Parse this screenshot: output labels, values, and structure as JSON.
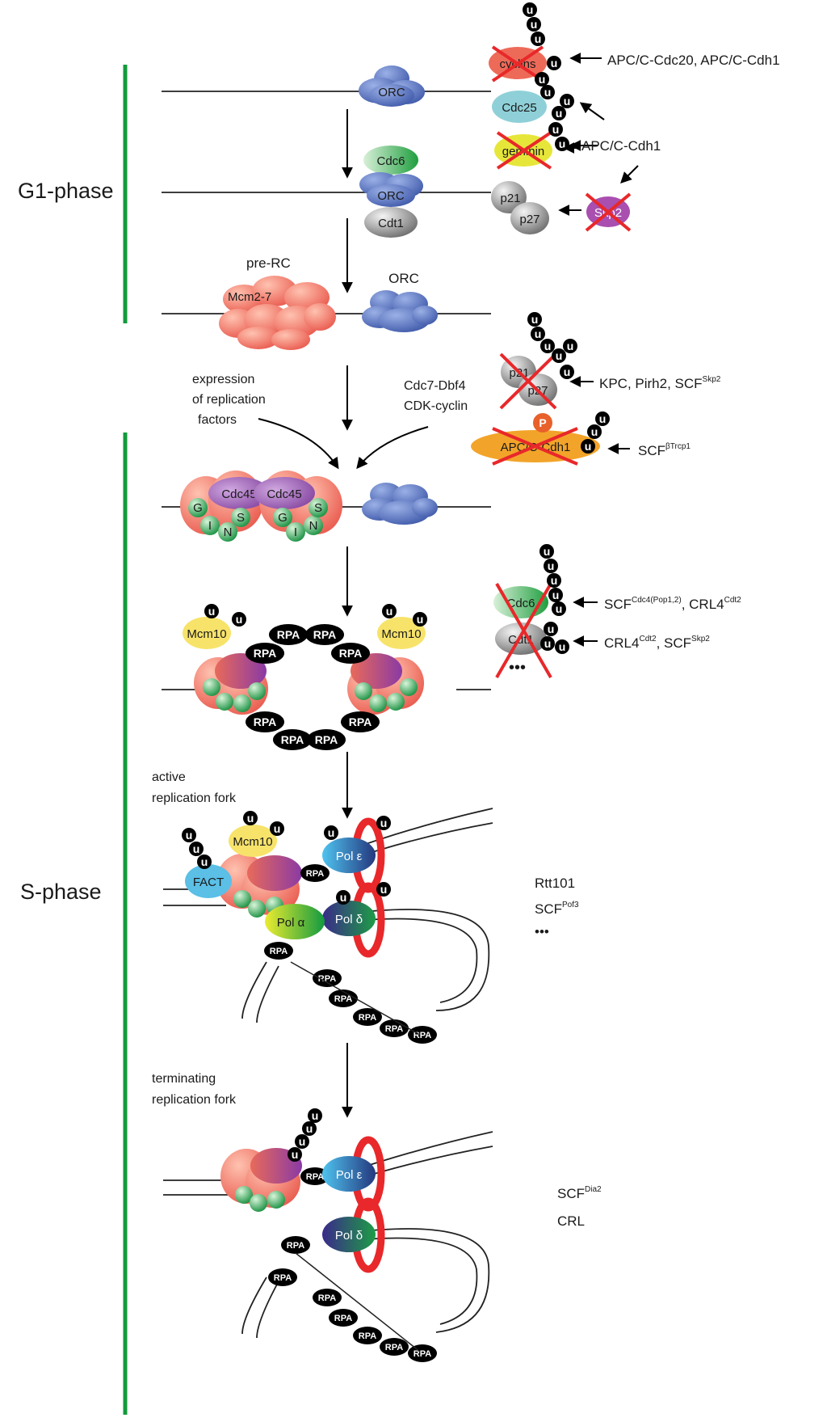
{
  "phases": {
    "g1": "G1-phase",
    "s": "S-phase"
  },
  "proteins": {
    "orc": "ORC",
    "cdc6": "Cdc6",
    "cdt1": "Cdt1",
    "mcm": "Mcm2-7",
    "prerc": "pre-RC",
    "cdc45": "Cdc45",
    "mcm10": "Mcm10",
    "rpa": "RPA",
    "fact": "FACT",
    "pol_e": "Pol ε",
    "pol_d": "Pol δ",
    "pol_a": "Pol α",
    "gins_g": "G",
    "gins_i": "I",
    "gins_n": "N",
    "gins_s": "S",
    "ub": "u",
    "phos": "P"
  },
  "targets": {
    "cyclins": "cyclins",
    "cdc25": "Cdc25",
    "geminin": "geminin",
    "p21": "p21",
    "p27": "p27",
    "skp2": "Skp2",
    "apc_cdh1": "APC/C-Cdh1",
    "cdc6": "Cdc6",
    "cdt1": "Cdt1",
    "dots": "•••"
  },
  "ligases": {
    "apc_cdc20_cdh1": "APC/C-Cdc20, APC/C-Cdh1",
    "apc_cdh1": "APC/C-Cdh1",
    "kpc": "KPC, Pirh2, SCF",
    "kpc_sup": "Skp2",
    "scf": "SCF",
    "btrcp": "βTrcp1",
    "cdc4": "Cdc4(Pop1,2)",
    "crl4": "CRL4",
    "cdt2": "Cdt2",
    "skp2": "Skp2",
    "sep": ", ",
    "rtt101": "Rtt101",
    "pof3": "Pof3",
    "dots": "•••",
    "dia2": "Dia2",
    "crl": "CRL"
  },
  "notes": {
    "expression1": "expression",
    "expression2": "of replication",
    "expression3": "factors",
    "kinase1": "Cdc7-Dbf4",
    "kinase2": "CDK-cyclin",
    "active1": "active",
    "active2": "replication fork",
    "term1": "terminating",
    "term2": "replication fork"
  }
}
